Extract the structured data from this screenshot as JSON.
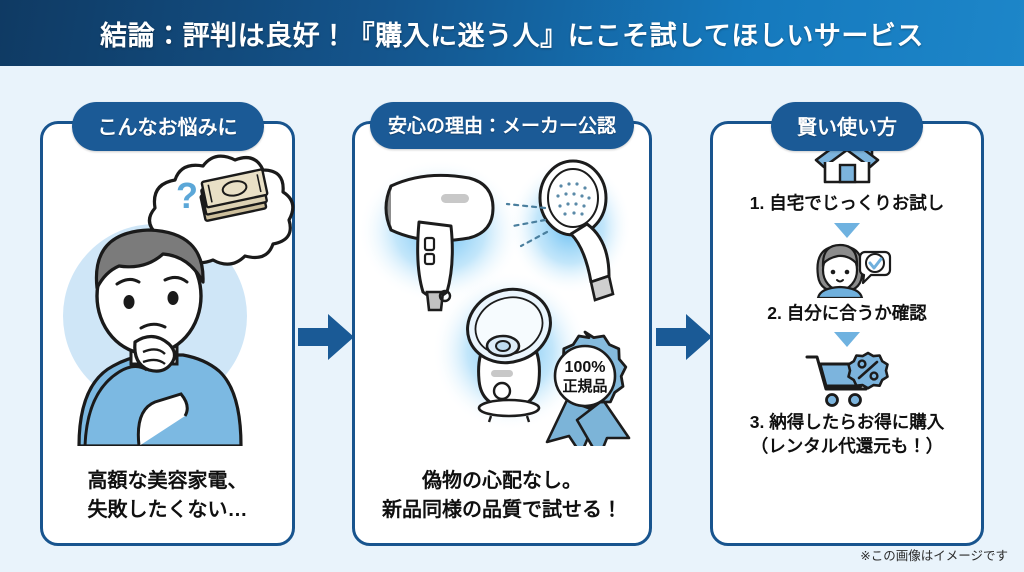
{
  "header": {
    "title": "結論：評判は良好！『購入に迷う人』にこそ試してほしいサービス"
  },
  "cards": [
    {
      "pill_label": "こんなお悩みに",
      "caption_line1": "高額な美容家電、",
      "caption_line2": "失敗したくない…",
      "art": {
        "name": "worried-man-with-money-thought",
        "thought_mark": "?"
      }
    },
    {
      "pill_label": "安心の理由：メーカー公認",
      "caption_line1": "偽物の心配なし。",
      "caption_line2": "新品同様の品質で試せる！",
      "art": {
        "name": "beauty-appliances-glow",
        "items": [
          "hair-dryer-icon",
          "shower-head-icon",
          "facial-steamer-icon"
        ],
        "badge_line1": "100%",
        "badge_line2": "正規品"
      }
    },
    {
      "pill_label": "賢い使い方",
      "steps": [
        {
          "icon": "house-icon",
          "label": "1. 自宅でじっくりお試し",
          "sub": ""
        },
        {
          "icon": "woman-check-icon",
          "label": "2. 自分に合うか確認",
          "sub": ""
        },
        {
          "icon": "cart-discount-icon",
          "label": "3. 納得したらお得に購入",
          "sub": "（レンタル代還元も！）"
        }
      ]
    }
  ],
  "arrows": {
    "arrow1_name": "right-arrow-icon",
    "arrow2_name": "right-arrow-icon"
  },
  "footnote": "※この画像はイメージです",
  "colors": {
    "header_dark": "#0f3a63",
    "header_light": "#1d86c9",
    "card_border": "#18548e",
    "pill_bg": "#1b5a96",
    "page_bg": "#e9f3fb",
    "accent_light_blue": "#6fb2e0",
    "arrow_blue": "#1a5a96"
  }
}
